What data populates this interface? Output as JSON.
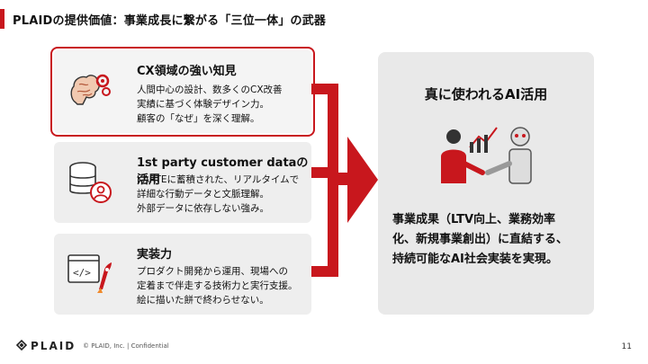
{
  "slide": {
    "title": "PLAIDの提供価値：事業成長に繋がる「三位一体」の武器",
    "page_number": "11"
  },
  "cards": [
    {
      "heading": "CX領域の強い知見",
      "body": "人間中心の設計、数多くのCX改善\n実績に基づく体験デザイン力。\n顧客の「なぜ」を深く理解。",
      "icon": "brain-gear-icon"
    },
    {
      "heading": "1st party customer dataの活用",
      "body": "KARTEに蓄積された、リアルタイムで\n詳細な行動データと文脈理解。\n外部データに依存しない強み。",
      "icon": "database-user-icon"
    },
    {
      "heading": "実装力",
      "body": "プロダクト開発から運用、現場への\n定着まで伴走する技術力と実行支援。\n絵に描いた餅で終わらせない。",
      "icon": "code-rocket-icon"
    }
  ],
  "result": {
    "heading": "真に使われるAI活用",
    "body": "事業成果（LTV向上、業務効率\n化、新規事業創出）に直結する、\n持続可能なAI社会実装を実現。",
    "icon": "human-robot-handshake-icon"
  },
  "footer": {
    "logo": "PLAID",
    "meta": "© PLAID, Inc.  |  Confidential"
  },
  "colors": {
    "accent": "#c8171d",
    "card_bg": "#eeeeee",
    "panel_bg": "#e9e9e9"
  }
}
